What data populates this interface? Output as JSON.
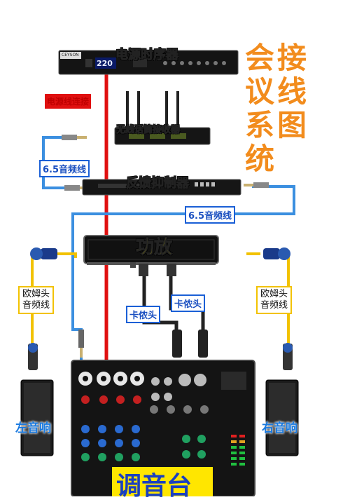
{
  "title_chars": [
    "会",
    "接",
    "议",
    "线",
    "系",
    "图",
    "统"
  ],
  "devices": {
    "power_sequencer": {
      "name": "电源时序器",
      "display": "220",
      "brand": "CEYSON"
    },
    "wireless_receiver": {
      "name": "无线话筒接收器"
    },
    "feedback_suppressor": {
      "name": "反馈抑制器"
    },
    "amplifier": {
      "name": "功放"
    },
    "mixer": {
      "name": "调音台"
    },
    "left_speaker": {
      "name": "左音响"
    },
    "right_speaker": {
      "name": "右音响"
    }
  },
  "cables": {
    "power_cable": "电源线连接",
    "audio_6_5_left": "6.5音频线",
    "audio_6_5_right": "6.5音频线",
    "xlr_left": "卡侬头",
    "xlr_right": "卡侬头",
    "speakon_left": "欧姆头\n音频线",
    "speakon_right": "欧姆头\n音频线"
  },
  "colors": {
    "title": "#f28c1d",
    "device_label": "#ffee00",
    "power_line": "#e01010",
    "audio_line": "#3b8fe0",
    "speaker_line": "#f2c200",
    "label_border": "#1a5fd6"
  }
}
